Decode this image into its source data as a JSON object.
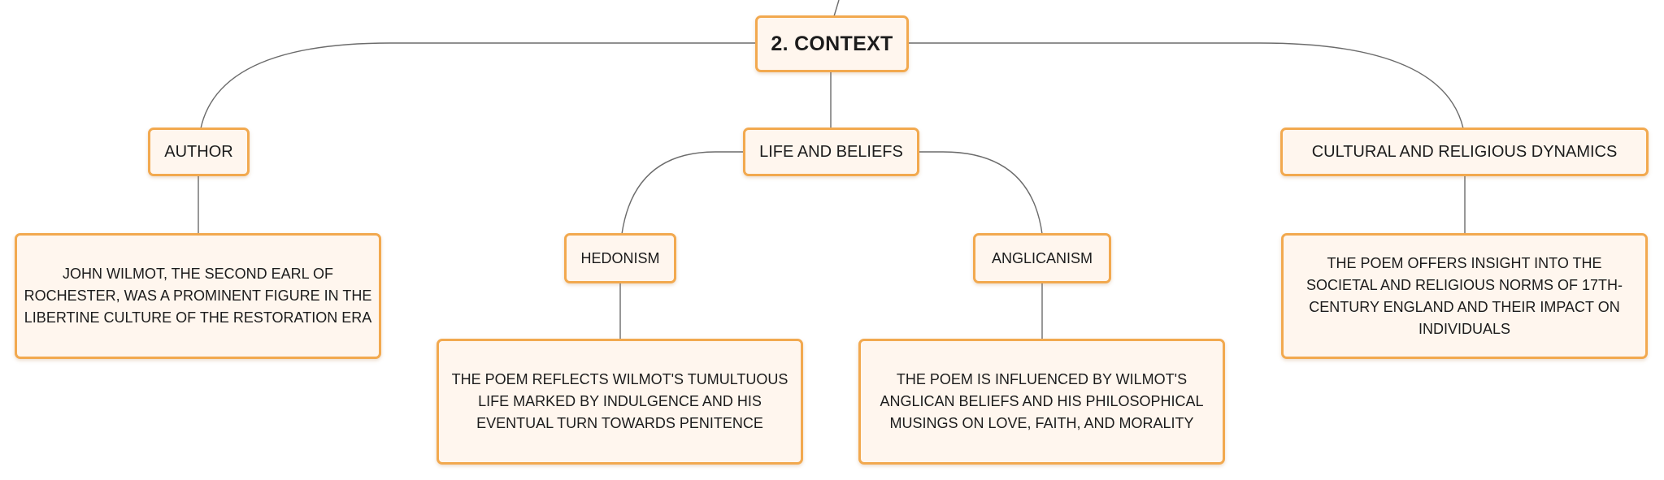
{
  "diagram": {
    "root": {
      "label": "2. CONTEXT"
    },
    "branches": {
      "author": {
        "label": "AUTHOR",
        "detail": "JOHN WILMOT, THE SECOND EARL OF ROCHESTER, WAS A PROMINENT FIGURE IN THE LIBERTINE CULTURE OF THE RESTORATION ERA"
      },
      "life": {
        "label": "LIFE AND BELIEFS",
        "hedonism": {
          "label": "HEDONISM",
          "detail": "THE POEM REFLECTS WILMOT'S TUMULTUOUS LIFE MARKED BY INDULGENCE AND HIS EVENTUAL TURN TOWARDS PENITENCE"
        },
        "anglicanism": {
          "label": "ANGLICANISM",
          "detail": "THE POEM IS INFLUENCED BY WILMOT'S ANGLICAN BELIEFS AND HIS PHILOSOPHICAL MUSINGS ON LOVE, FAITH, AND MORALITY"
        }
      },
      "culture": {
        "label": "CULTURAL AND RELIGIOUS DYNAMICS",
        "detail": "THE POEM OFFERS INSIGHT INTO THE SOCIETAL AND RELIGIOUS NORMS OF 17TH-CENTURY ENGLAND AND THEIR IMPACT ON INDIVIDUALS"
      }
    },
    "colors": {
      "node_fill": "#fff6ee",
      "node_border": "#f2a94f",
      "connector": "#6b6b6b",
      "text": "#1c1c1c"
    }
  }
}
